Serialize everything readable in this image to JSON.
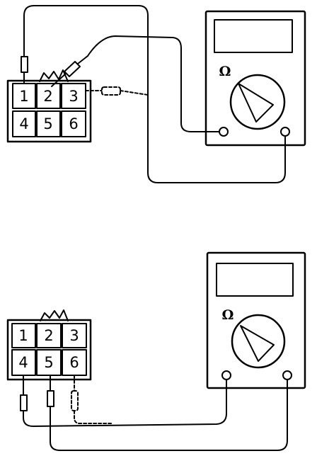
{
  "top_connector": {
    "pins": [
      "1",
      "2",
      "3",
      "4",
      "5",
      "6"
    ]
  },
  "bottom_connector": {
    "pins": [
      "1",
      "2",
      "3",
      "4",
      "5",
      "6"
    ]
  },
  "top_meter": {
    "unit_symbol": "Ω"
  },
  "bottom_meter": {
    "unit_symbol": "Ω"
  }
}
